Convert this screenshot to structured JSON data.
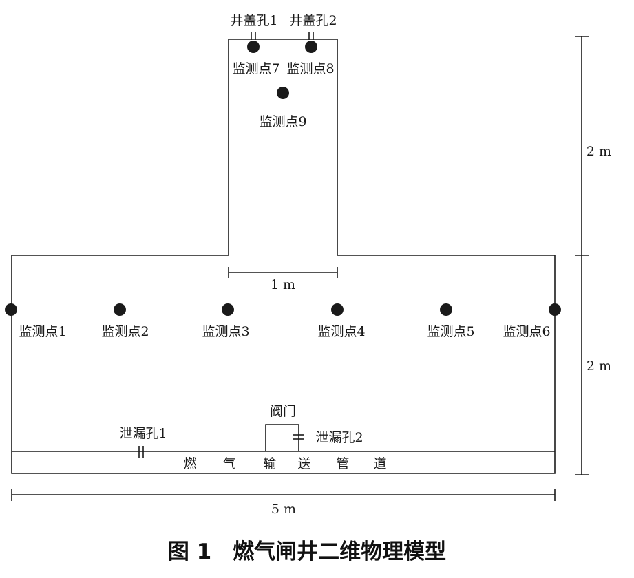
{
  "manholes": [
    "井盖孔1",
    "井盖孔2"
  ],
  "monitoring_points": {
    "p1": "监测点1",
    "p2": "监测点2",
    "p3": "监测点3",
    "p4": "监测点4",
    "p5": "监测点5",
    "p6": "监测点6",
    "p7": "监测点7",
    "p8": "监测点8",
    "p9": "监测点9"
  },
  "leaks": [
    "泄漏孔1",
    "泄漏孔2"
  ],
  "valve": "阀门",
  "pipeline_chars": [
    "燃",
    "气",
    "输",
    "送",
    "管",
    "道"
  ],
  "dimensions": {
    "neck_width": "1 m",
    "total_width": "5 m",
    "upper_height": "2 m",
    "lower_height": "2 m"
  },
  "caption": "图 1　燃气闸井二维物理模型"
}
